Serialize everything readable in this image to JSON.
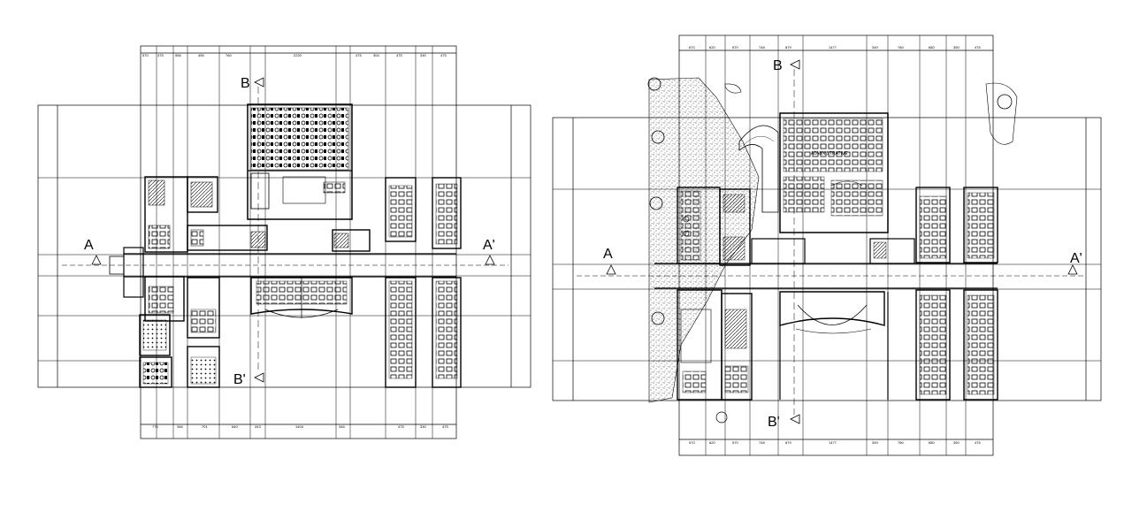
{
  "plan_left": {
    "section_markers": {
      "a": "A",
      "a_prime": "A'",
      "b": "B",
      "b_prime": "B'"
    },
    "top_dims": [
      "570",
      "475",
      "556",
      "455",
      "760",
      "2220",
      "475",
      "304",
      "475",
      "330",
      "475"
    ],
    "bottom_dims": [
      "776",
      "346",
      "701",
      "640",
      "343",
      "1404",
      "346",
      "475",
      "330",
      "475"
    ]
  },
  "plan_right": {
    "section_markers": {
      "a": "A",
      "a_prime": "A'",
      "b": "B",
      "b_prime": "B'"
    },
    "top_dims": [
      "670",
      "620",
      "570",
      "748",
      "879",
      "1477",
      "349",
      "780",
      "680",
      "350",
      "475"
    ],
    "bottom_dims": [
      "570",
      "620",
      "570",
      "748",
      "879",
      "1477",
      "349",
      "780",
      "680",
      "350",
      "475"
    ],
    "room_label": "ADMINISTRATIVE"
  }
}
